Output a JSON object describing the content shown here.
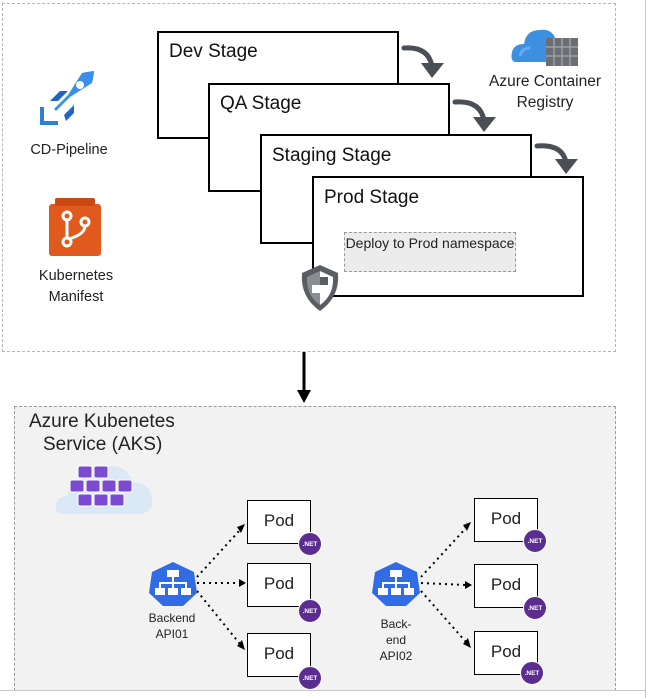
{
  "stages": {
    "dev": "Dev Stage",
    "qa": "QA Stage",
    "staging": "Staging Stage",
    "prod": "Prod Stage",
    "deploy_task": "Deploy to Prod namespace"
  },
  "tools": {
    "pipeline_label": "CD-Pipeline",
    "manifest_label_1": "Kubernetes",
    "manifest_label_2": "Manifest",
    "registry_label_1": "Azure Container",
    "registry_label_2": "Registry"
  },
  "aks": {
    "title_1": "Azure Kubenetes",
    "title_2": "Service (AKS)",
    "service1_label_1": "Backend",
    "service1_label_2": "API01",
    "service2_label_1": "Back-",
    "service2_label_2": "end",
    "service2_label_3": "API02",
    "pod_label": "Pod",
    "net_badge": ".NET"
  },
  "icons": [
    "pipeline-icon",
    "git-manifest-icon",
    "container-registry-icon",
    "shield-icon",
    "aks-cluster-icon",
    "k8s-service-icon",
    "dotnet-icon"
  ],
  "colors": {
    "pipeline_blue": "#2f7fd8",
    "git_orange": "#e05a1e",
    "k8s_blue": "#326ce5",
    "dotnet_purple": "#5c2d91",
    "aks_purple": "#7a4bd0"
  }
}
